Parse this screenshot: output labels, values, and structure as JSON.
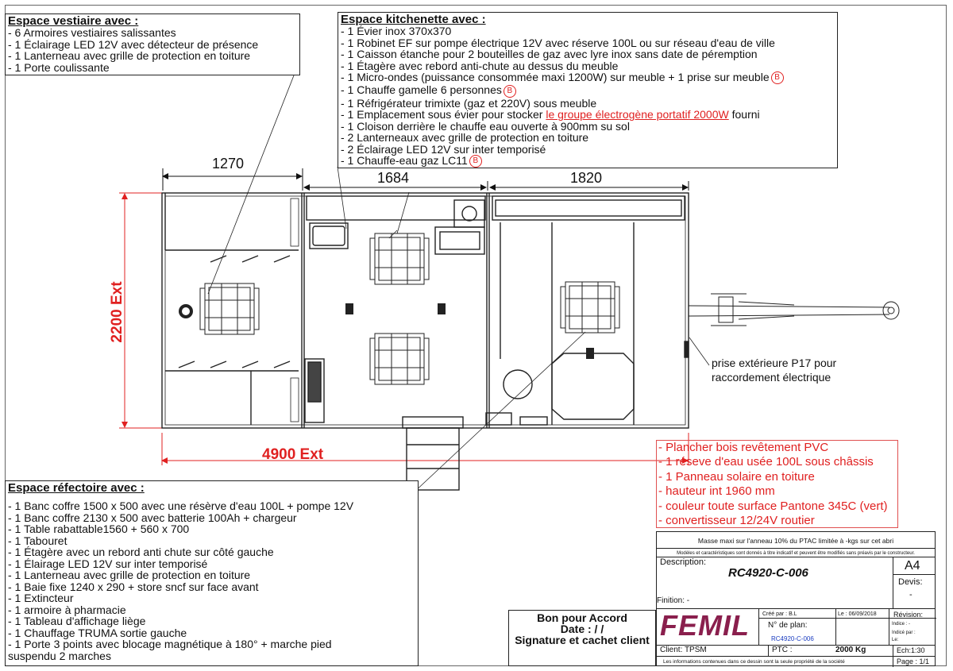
{
  "vestiaire": {
    "title": "Espace vestiaire avec :",
    "lines": [
      "- 6 Armoires vestiaires salissantes",
      "- 1 Éclairage LED 12V avec détecteur de présence",
      "- 1 Lanterneau avec grille de protection en toiture",
      "- 1 Porte coulissante"
    ]
  },
  "kitchenette": {
    "title": "Espace kitchenette avec :",
    "lines": [
      "- 1 Évier inox 370x370",
      "- 1 Robinet EF sur pompe électrique 12V avec réserve 100L ou sur réseau d'eau de ville",
      "- 1 Caisson étanche pour 2 bouteilles de gaz avec lyre inox sans date de péremption",
      "- 1 Étagère avec rebord anti-chute au dessus du meuble",
      "- 1 Micro-ondes (puissance consommée maxi 1200W) sur meuble + 1 prise sur meuble",
      "- 1 Chauffe gamelle 6 personnes",
      "- 1 Réfrigérateur trimixte (gaz et 220V) sous meuble",
      "- 1 Emplacement sous évier pour stocker ",
      "- 1 Cloison derrière le chauffe eau ouverte à 900mm su sol",
      "- 2 Lanterneaux avec grille de protection en toiture",
      "- 2 Éclairage LED 12V sur inter temporisé",
      "- 1 Chauffe-eau gaz LC11"
    ],
    "link_text": "le groupe électrogène portatif 2000W",
    "link_after": " fourni",
    "badge": "B"
  },
  "refectoire": {
    "title": "Espace réfectoire avec :",
    "lines": [
      "- 1 Banc coffre 1500 x 500 avec une résèrve d'eau 100L + pompe 12V",
      "- 1 Banc coffre 2130 x 500 avec batterie 100Ah + chargeur",
      "- 1 Table rabattable1560 + 560 x 700",
      "- 1 Tabouret",
      "- 1 Étagère avec un rebord anti chute sur côté gauche",
      "- 1 Élairage LED 12V sur inter temporisé",
      "- 1 Lanterneau avec grille de protection en toiture",
      "- 1 Baie fixe 1240 x 290 + store sncf sur face avant",
      "- 1 Extincteur",
      "- 1 armoire à pharmacie",
      "- 1 Tableau d'affichage liège",
      "- 1 Chauffage TRUMA sortie gauche",
      "- 1 Porte 3 points avec blocage magnétique à 180° + marche pied",
      "suspendu 2 marches"
    ]
  },
  "options": {
    "lines": [
      "- Plancher bois revêtement PVC",
      "- 1 réseve d'eau usée 100L sous châssis",
      "- 1 Panneau solaire en toiture",
      "- hauteur int 1960 mm",
      "- couleur toute surface Pantone 345C (vert)",
      "- convertisseur 12/24V routier"
    ]
  },
  "dimensions": {
    "d1": "1270",
    "d2": "1684",
    "d3": "1820",
    "height": "2200 Ext",
    "length": "4900 Ext"
  },
  "plug_note": {
    "line1": "prise extérieure P17 pour",
    "line2": "raccordement électrique"
  },
  "accord": {
    "line1": "Bon pour Accord",
    "line2": "Date :   /   /",
    "line3": "Signature et cachet client"
  },
  "title_block": {
    "mass_note": "Masse maxi sur l'anneau 10% du PTAC limitée à -kgs sur cet abri",
    "disclaimer": "Modèles et caractéristiques sont donnés à titre indicatif et peuvent être modifiés sans préavis par le constructeur.",
    "description_label": "Description:",
    "description_value": "RC4920-C-006",
    "format": "A4",
    "devis_label": "Devis:",
    "devis_value": "-",
    "finition": "Finition: -",
    "logo": "FEMIL",
    "cree_par": "Créé par : B.L",
    "date": "Le : 06/09/2018",
    "revision_label": "Révision:",
    "indice": "Indice : -",
    "indice_par": "Indicé par :",
    "le": "Le:",
    "plan_label": "N° de plan:",
    "plan_value": "RC4920-C-006",
    "client": "Client: TPSM",
    "ptc_label": "PTC :",
    "ptc_value": "2000 Kg",
    "echelle": "Ech:1:30",
    "footer": "Les informations contenues dans ce dessin sont la seule propriété de la société",
    "page": "Page : 1/1"
  },
  "colors": {
    "dimension": "#e02020",
    "line": "#222222"
  }
}
